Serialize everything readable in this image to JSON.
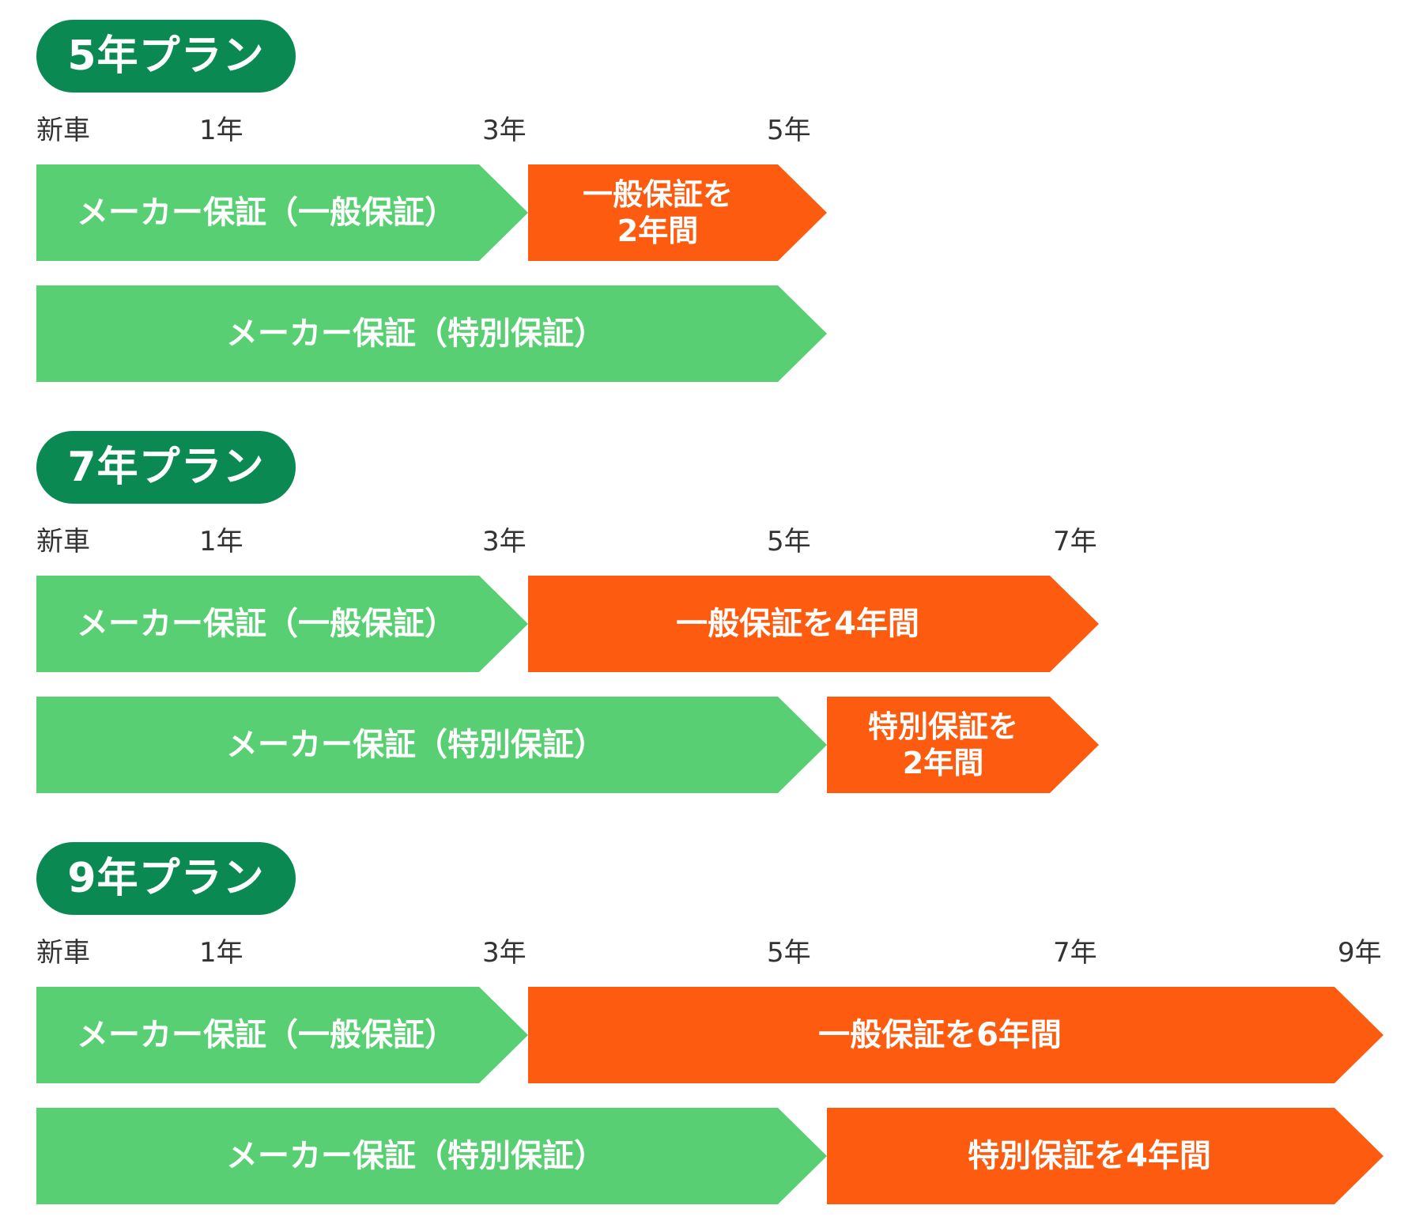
{
  "colors": {
    "badge": "#0a8a52",
    "green_bar": "#58cf72",
    "orange_bar": "#fd5c10",
    "tick_text": "#333333"
  },
  "plans": [
    {
      "title": "5年プラン",
      "ticks": [
        "新車",
        "1年",
        "3年",
        "5年"
      ],
      "row1": {
        "maker": "メーカー保証（一般保証）",
        "extension": "一般保証を\n2年間"
      },
      "row2": {
        "maker": "メーカー保証（特別保証）"
      }
    },
    {
      "title": "7年プラン",
      "ticks": [
        "新車",
        "1年",
        "3年",
        "5年",
        "7年"
      ],
      "row1": {
        "maker": "メーカー保証（一般保証）",
        "extension": "一般保証を4年間"
      },
      "row2": {
        "maker": "メーカー保証（特別保証）",
        "extension": "特別保証を\n2年間"
      }
    },
    {
      "title": "9年プラン",
      "ticks": [
        "新車",
        "1年",
        "3年",
        "5年",
        "7年",
        "9年"
      ],
      "row1": {
        "maker": "メーカー保証（一般保証）",
        "extension": "一般保証を6年間"
      },
      "row2": {
        "maker": "メーカー保証（特別保証）",
        "extension": "特別保証を4年間"
      }
    }
  ]
}
